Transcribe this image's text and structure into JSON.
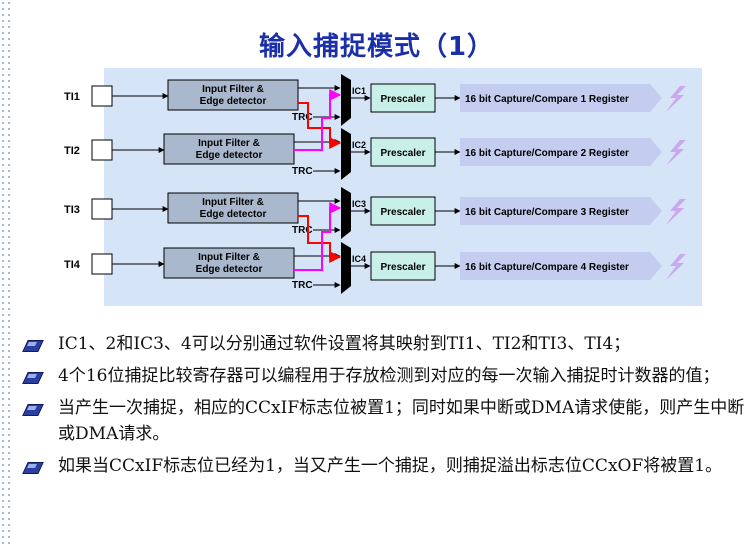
{
  "title": "输入捕捉模式（1）",
  "diagram": {
    "channels": [
      {
        "input": "TI1",
        "filter_line1": "Input Filter &",
        "filter_line2": "Edge detector",
        "ic": "IC1",
        "trc": "TRC",
        "prescaler": "Prescaler",
        "register": "16 bit Capture/Compare 1 Register"
      },
      {
        "input": "TI2",
        "filter_line1": "Input Filter &",
        "filter_line2": "Edge detector",
        "ic": "IC2",
        "trc": "TRC",
        "prescaler": "Prescaler",
        "register": "16 bit Capture/Compare 2 Register"
      },
      {
        "input": "TI3",
        "filter_line1": "Input Filter &",
        "filter_line2": "Edge detector",
        "ic": "IC3",
        "trc": "TRC",
        "prescaler": "Prescaler",
        "register": "16 bit Capture/Compare 3 Register"
      },
      {
        "input": "TI4",
        "filter_line1": "Input Filter &",
        "filter_line2": "Edge detector",
        "ic": "IC4",
        "trc": "TRC",
        "prescaler": "Prescaler",
        "register": "16 bit Capture/Compare 4 Register"
      }
    ],
    "colors": {
      "panel": "#d6e4f8",
      "filter": "#a9b8cd",
      "prescaler": "#c8f0e8",
      "register": "#c4ccef",
      "cross_red": "#ff0000",
      "cross_magenta": "#ff00ff",
      "lightning": "#c9a8f0"
    }
  },
  "bullets": [
    "IC1、2和IC3、4可以分别通过软件设置将其映射到TI1、TI2和TI3、TI4；",
    "4个16位捕捉比较寄存器可以编程用于存放检测到对应的每一次输入捕捉时计数器的值；",
    "当产生一次捕捉，相应的CCxIF标志位被置1；同时如果中断或DMA请求使能，则产生中断或DMA请求。",
    "如果当CCxIF标志位已经为1，当又产生一个捕捉，则捕捉溢出标志位CCxOF将被置1。"
  ]
}
